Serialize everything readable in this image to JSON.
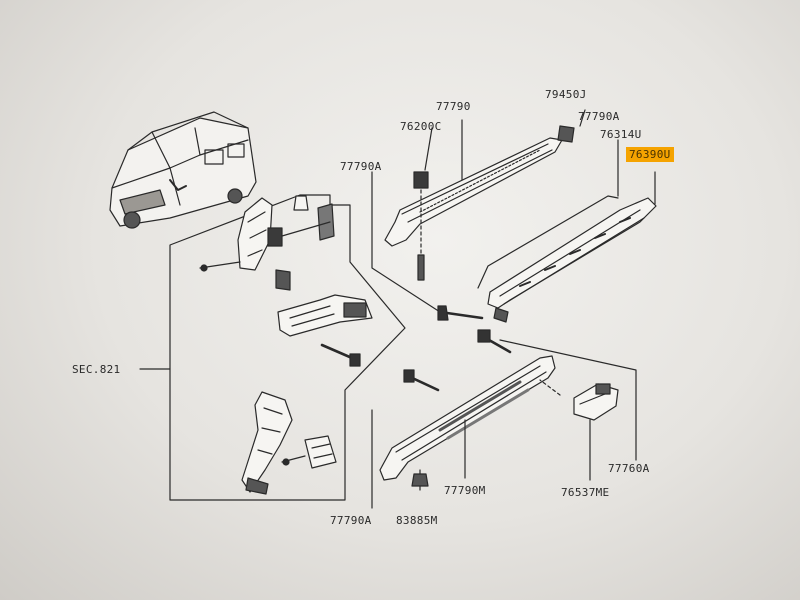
{
  "colors": {
    "paper": "#eceae6",
    "ink": "#2a2a2a",
    "highlight": "#f5a300"
  },
  "labels": {
    "p77790_top": "77790",
    "p79450j": "79450J",
    "p77790a_right": "77790A",
    "p76200c": "76200C",
    "p76314u": "76314U",
    "p76390u": "76390U",
    "p77790a_left": "77790A",
    "sec821": "SEC.821",
    "p77760a": "77760A",
    "p77790m": "77790M",
    "p76537me": "76537ME",
    "p77790a_bottom": "77790A",
    "p83885m": "83885M"
  }
}
